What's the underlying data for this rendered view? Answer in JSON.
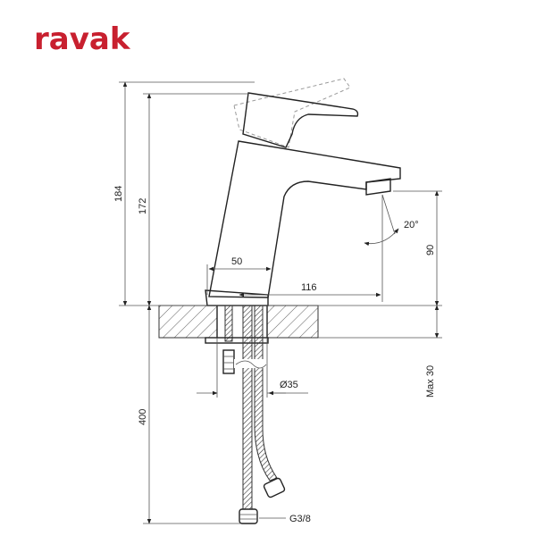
{
  "brand": {
    "logo": "ravak",
    "color": "#c8202f"
  },
  "dimensions": {
    "total_height": "184",
    "body_height": "172",
    "base_width": "50",
    "spout_reach": "116",
    "swivel_angle": "20°",
    "spout_height": "90",
    "max_thickness": "Max 30",
    "hole_diameter": "Ø35",
    "hose_length": "400",
    "thread": "G3/8"
  },
  "colors": {
    "line": "#222222",
    "ghost": "#9a9a9a"
  }
}
